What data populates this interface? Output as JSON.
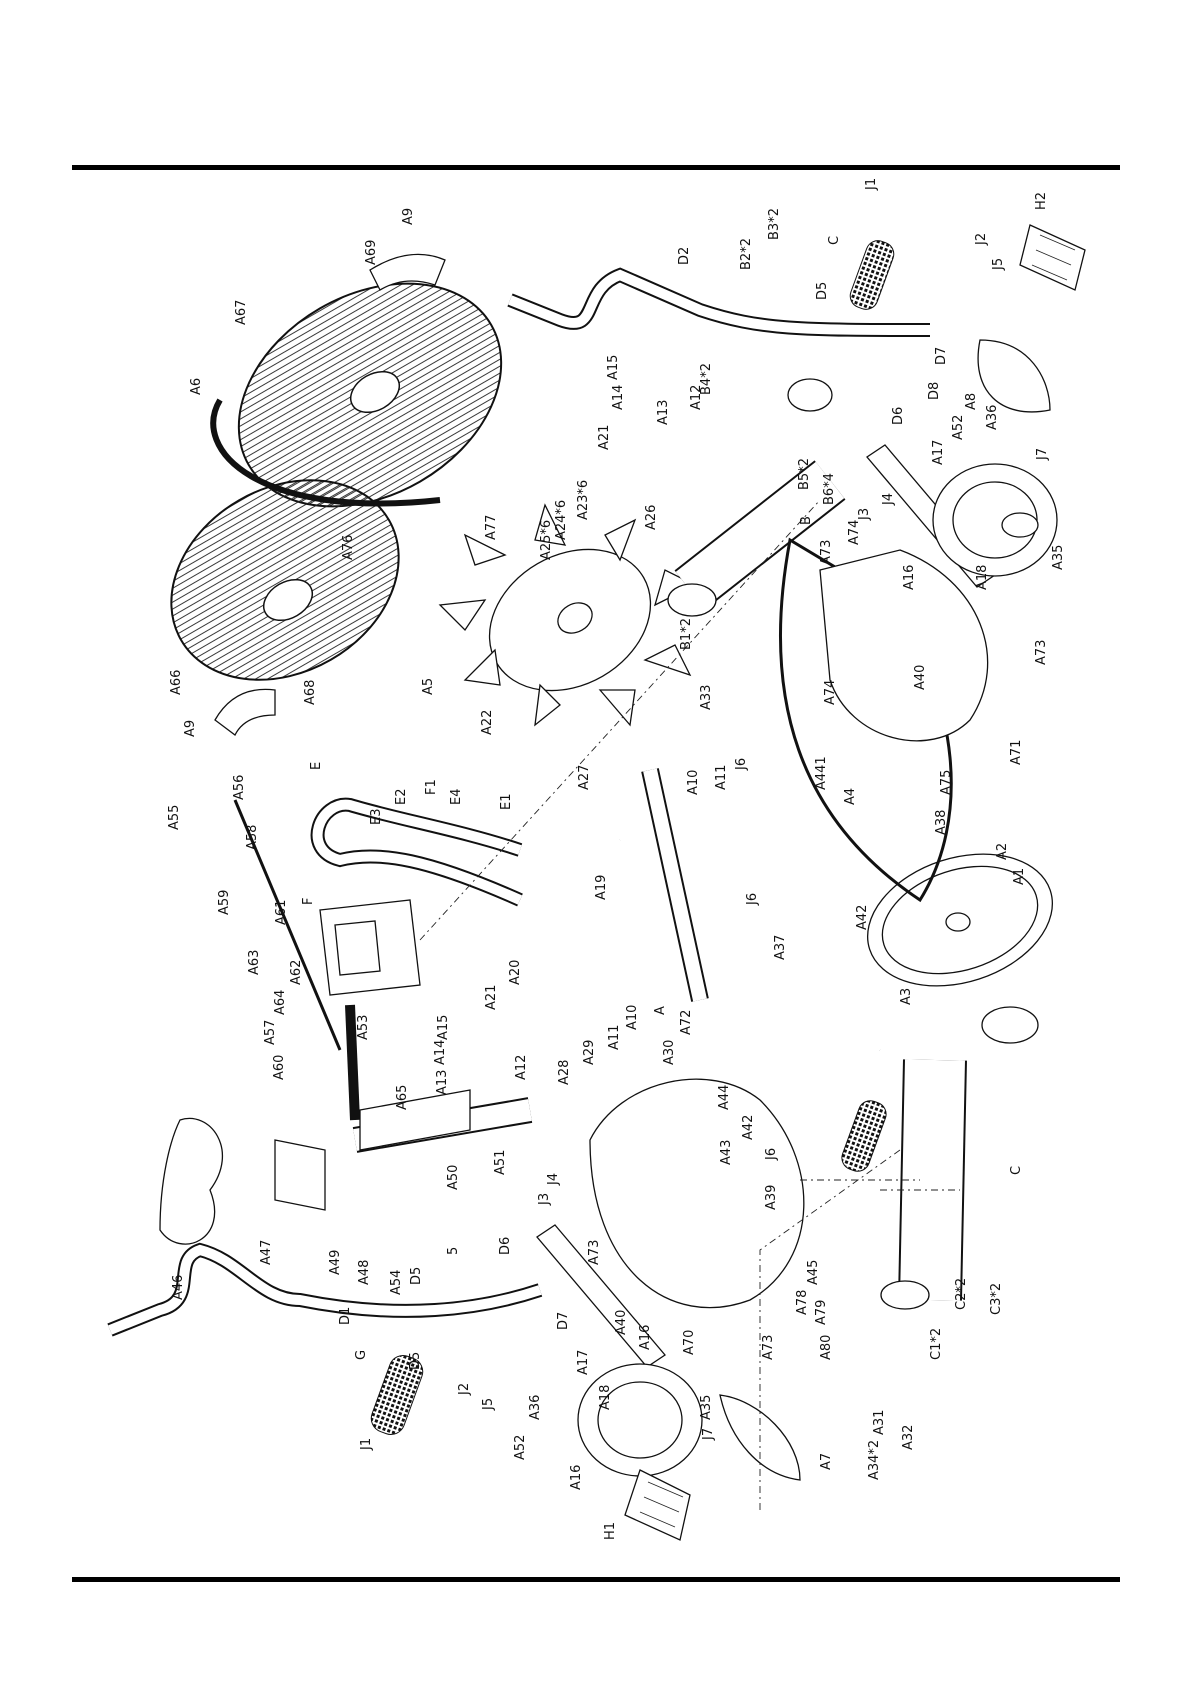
{
  "diagram": {
    "labels": {
      "J1_top": "J1",
      "C_top": "C",
      "B3": "B3*2",
      "B2": "B2*2",
      "D2": "D2",
      "D5_top": "D5",
      "J2_top": "J2",
      "J5_top": "J5",
      "H2": "H2",
      "D7_top": "D7",
      "D6_top": "D6",
      "D8": "D8",
      "A8": "A8",
      "A36_top": "A36",
      "A52_top": "A52",
      "J7_top": "J7",
      "A17_top": "A17",
      "J4_top": "J4",
      "J3_top": "J3",
      "A35_top": "A35",
      "A18_top": "A18",
      "A16_top": "A16",
      "A40_top": "A40",
      "A73_a": "A73",
      "A74_a": "A74",
      "A74_b": "A74",
      "A73_b": "A73",
      "A71": "A71",
      "B5": "B5*2",
      "B6": "B6*4",
      "B4": "B4*2",
      "B": "B",
      "B1": "B1*2",
      "A12_top": "A12",
      "A13_top": "A13",
      "A14_top": "A14",
      "A15_top": "A15",
      "A21_top": "A21",
      "A26": "A26",
      "A23": "A23*6",
      "A24": "A24*6",
      "A25": "A25*6",
      "A69": "A69",
      "A9_top": "A9",
      "A67": "A67",
      "A6": "A6",
      "A76": "A76",
      "A77": "A77",
      "A66": "A66",
      "A68": "A68",
      "A9_bottom": "A9",
      "A5": "A5",
      "A22": "A22",
      "A33": "A33",
      "A27": "A27",
      "A19": "A19",
      "A11_top": "A11",
      "A10_top": "A10",
      "J6_top": "J6",
      "A441": "A441",
      "A4": "A4",
      "A75": "A75",
      "A38": "A38",
      "A2": "A2",
      "A1": "A1",
      "A42_top": "A42",
      "J6_mid": "J6",
      "A37": "A37",
      "A3": "A3",
      "A72": "A72",
      "A": "A",
      "A10_mid": "A10",
      "A11_mid": "A11",
      "E3": "E3",
      "E2": "E2",
      "F1": "F1",
      "E4": "E4",
      "E1": "E1",
      "E": "E",
      "F": "F",
      "A55": "A55",
      "A56": "A56",
      "A58": "A58",
      "A59": "A59",
      "A61": "A61",
      "A63": "A63",
      "A62": "A62",
      "A57": "A57",
      "A64": "A64",
      "A60": "A60",
      "A53": "A53",
      "A65": "A65",
      "A20": "A20",
      "A21_mid": "A21",
      "A15_mid": "A15",
      "A14_mid": "A14",
      "A13_mid": "A13",
      "A12_mid": "A12",
      "A28": "A28",
      "A29": "A29",
      "A30": "A30",
      "A44": "A44",
      "A42_mid": "A42",
      "A43": "A43",
      "J6_low": "J6",
      "C_bottom": "C",
      "A39": "A39",
      "A50": "A50",
      "A51": "A51",
      "J4_low": "J4",
      "J3_low": "J3",
      "A47": "A47",
      "A49": "A49",
      "A48": "A48",
      "A54": "A54",
      "A46": "A46",
      "D1": "D1",
      "D5_mid": "D5",
      "S5": "5",
      "D6_low": "D6",
      "D7_low": "D7",
      "A73_c": "A73",
      "A40_low": "A40",
      "A16_low": "A16",
      "A70": "A70",
      "A17_low": "A17",
      "A45": "A45",
      "A78": "A78",
      "A79": "A79",
      "A80": "A80",
      "A73_d": "A73",
      "D5_low": "D5",
      "G": "G",
      "J1_low": "J1",
      "J2_low": "J2",
      "J5_low": "J5",
      "A18_low": "A18",
      "A36_low": "A36",
      "A35_low": "A35",
      "J7_low": "J7",
      "A52_low": "A52",
      "A16_lowest": "A16",
      "H1": "H1",
      "A7": "A7",
      "A34": "A34*2",
      "A31": "A31",
      "A32": "A32",
      "C1": "C1*2",
      "C2": "C2*2",
      "C3": "C3*2"
    }
  }
}
